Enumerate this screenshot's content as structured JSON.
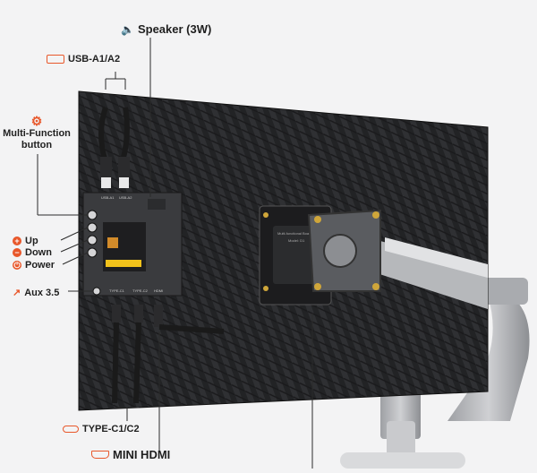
{
  "labels": {
    "speaker": "Speaker (3W)",
    "usb": "USB-A1/A2",
    "multifunction_line1": "Multi-Function",
    "multifunction_line2": "button",
    "up": "Up",
    "down": "Down",
    "power": "Power",
    "aux": "Aux 3.5",
    "typec": "TYPE-C1/C2",
    "minihdmi": "MINI HDMI"
  },
  "board_text": {
    "title": "Multi-functional Board Display",
    "model": "Model: D1"
  },
  "port_labels": {
    "usb_a1": "USB-A1",
    "usb_a2": "USB-A2",
    "type_c1": "TYPE-C1",
    "type_c2": "TYPE-C2",
    "hdmi": "HDMI"
  },
  "colors": {
    "accent": "#e8572a",
    "panel": "#2a2b2d",
    "background": "#f3f3f4"
  },
  "icons": {
    "speaker": "speaker-icon",
    "usb": "usb-port-icon",
    "multifunction": "gear-icon",
    "up": "plus-icon",
    "down": "minus-icon",
    "power": "power-icon",
    "aux": "audio-jack-icon",
    "typec": "typec-port-icon",
    "minihdmi": "hdmi-port-icon"
  }
}
